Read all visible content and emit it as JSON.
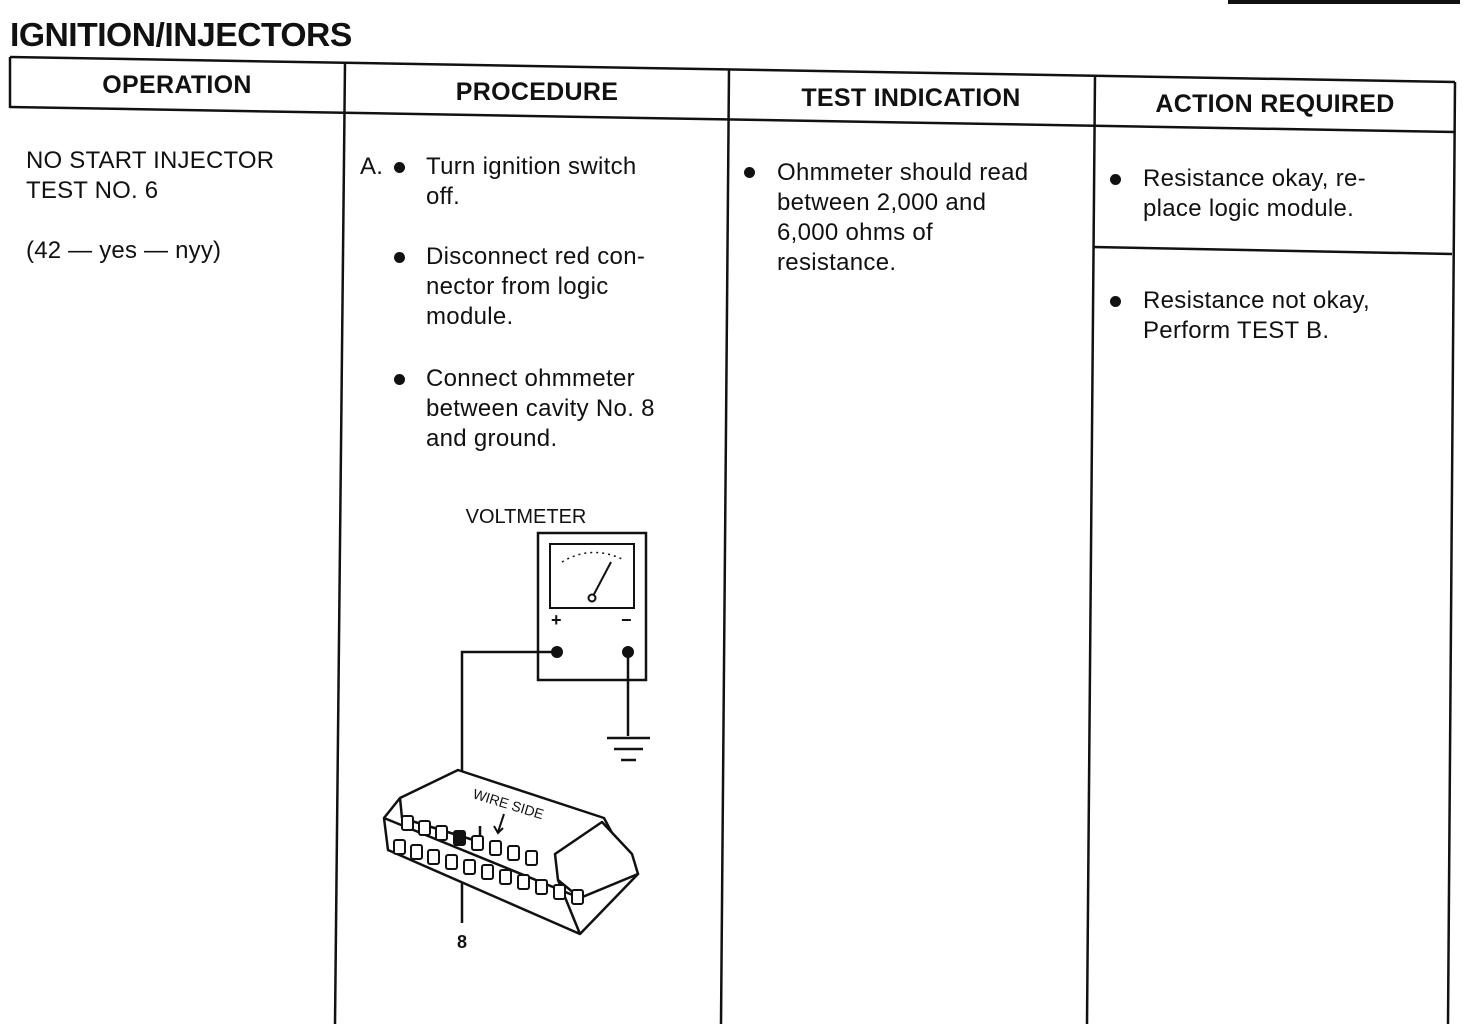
{
  "page": {
    "title": "IGNITION/INJECTORS"
  },
  "table": {
    "headers": [
      "OPERATION",
      "PROCEDURE",
      "TEST INDICATION",
      "ACTION REQUIRED"
    ],
    "operation": {
      "line1": "NO START INJECTOR",
      "line2": "TEST NO. 6",
      "code": "(42 — yes — nyy)"
    },
    "procedure": {
      "step_label": "A.",
      "steps": [
        [
          "Turn ignition switch",
          "off."
        ],
        [
          "Disconnect red con-",
          "nector from logic",
          "module."
        ],
        [
          "Connect ohmmeter",
          "between cavity No. 8",
          "and ground."
        ]
      ]
    },
    "test_indication": {
      "lines": [
        "Ohmmeter should read",
        "between 2,000 and",
        "6,000 ohms of",
        "resistance."
      ]
    },
    "action_required": [
      [
        "Resistance okay, re-",
        "place logic module."
      ],
      [
        "Resistance not okay,",
        "Perform TEST B."
      ]
    ]
  },
  "diagram": {
    "meter_label": "VOLTMETER",
    "plus": "+",
    "minus": "−",
    "connector_label": "WIRE SIDE",
    "cavity_number": "8"
  }
}
